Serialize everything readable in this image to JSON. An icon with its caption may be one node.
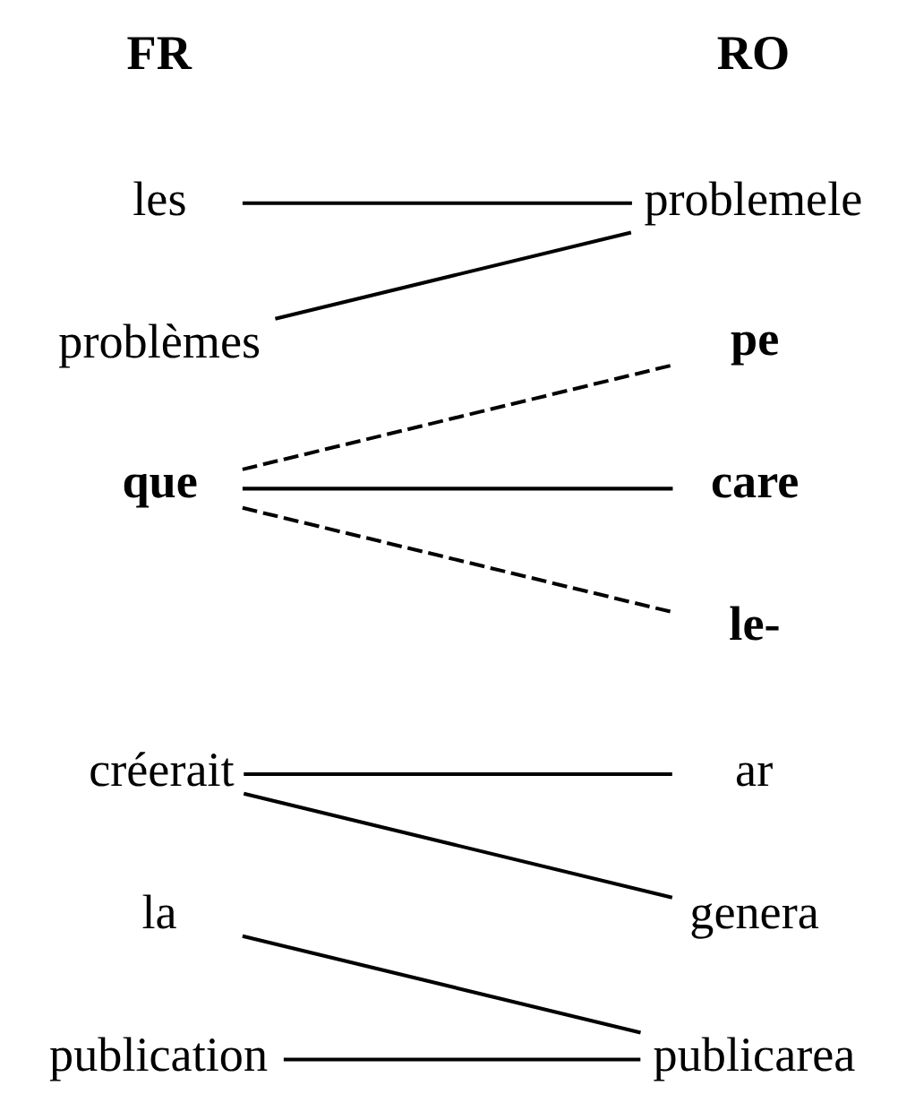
{
  "diagram": {
    "nodes": [
      {
        "text": [
          "les"
        ]
      },
      {
        "text": [
          "problèmes"
        ]
      },
      {
        "text": [
          "que"
        ]
      },
      {
        "text": [
          "créerait"
        ]
      },
      {
        "text": [
          "la"
        ]
      },
      {
        "text": [
          "publication"
        ]
      },
      {
        "text": [
          "problemele"
        ]
      },
      {
        "text": [
          "pe"
        ]
      },
      {
        "text": [
          "care"
        ]
      },
      {
        "text": [
          "le-"
        ]
      },
      {
        "text": [
          "ar"
        ]
      },
      {
        "text": [
          "genera"
        ]
      },
      {
        "text": [
          "publicarea"
        ]
      }
    ],
    "edges": [
      {
        "from": 0,
        "to": 6,
        "arrow": "none"
      },
      {
        "from": 1,
        "to": 6,
        "arrow": "none"
      },
      {
        "from": 2,
        "to": 7,
        "arrow": "none",
        "style": "dashed"
      },
      {
        "from": 2,
        "to": 8,
        "arrow": "none"
      },
      {
        "from": 2,
        "to": 9,
        "arrow": "none",
        "style": "dashed"
      },
      {
        "from": 3,
        "to": 10,
        "arrow": "none"
      },
      {
        "from": 3,
        "to": 11,
        "arrow": "none"
      },
      {
        "from": 4,
        "to": 12,
        "arrow": "none"
      },
      {
        "from": 5,
        "to": 12,
        "arrow": "none"
      }
    ],
    "labels": [
      "FR",
      "RO"
    ]
  }
}
